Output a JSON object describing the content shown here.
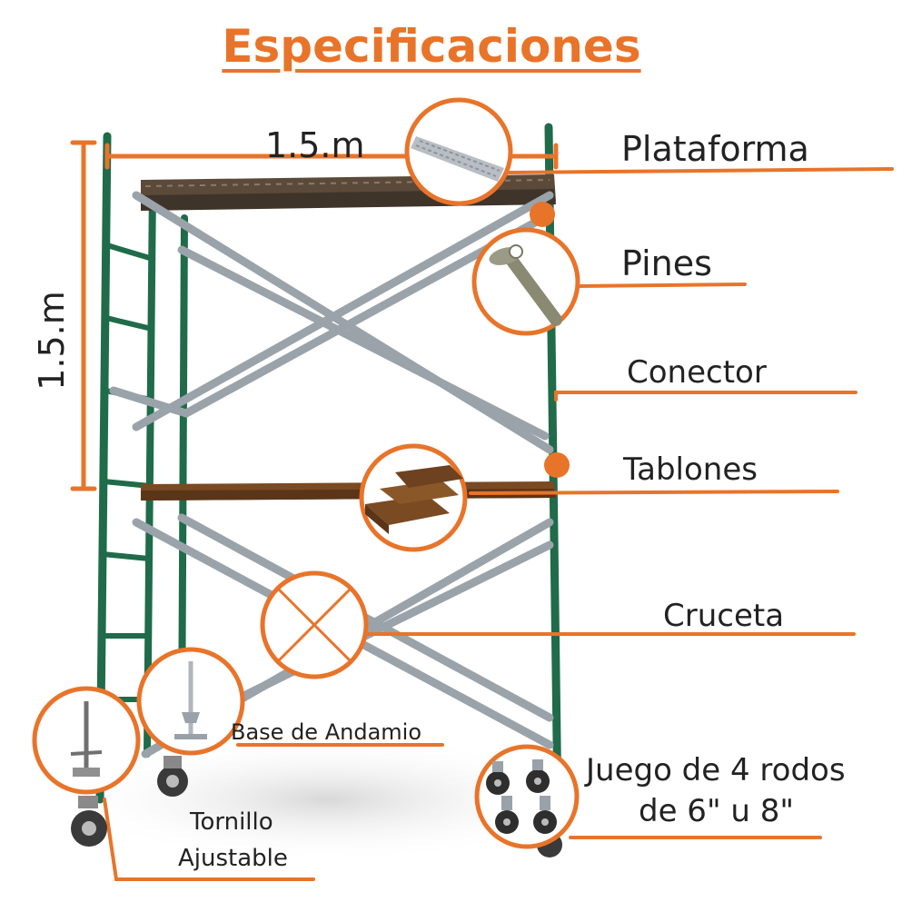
{
  "title": "Especificaciones",
  "dimensions": {
    "width": "1.5.m",
    "height": "1.5.m"
  },
  "labels": {
    "plataforma": "Plataforma",
    "pines": "Pines",
    "conector": "Conector",
    "tablones": "Tablones",
    "cruceta": "Cruceta",
    "base_de_andamio": "Base de Andamio",
    "juego_rodos_line1": "Juego de 4 rodos",
    "juego_rodos_line2": "de 6\" u 8\"",
    "tornillo_line1": "Tornillo",
    "tornillo_line2": "Ajustable"
  },
  "colors": {
    "accent": "#e8742a",
    "frame": "#1f6b4a",
    "brace": "#9aa3a9",
    "plank": "#7a4a22",
    "text": "#222222"
  }
}
